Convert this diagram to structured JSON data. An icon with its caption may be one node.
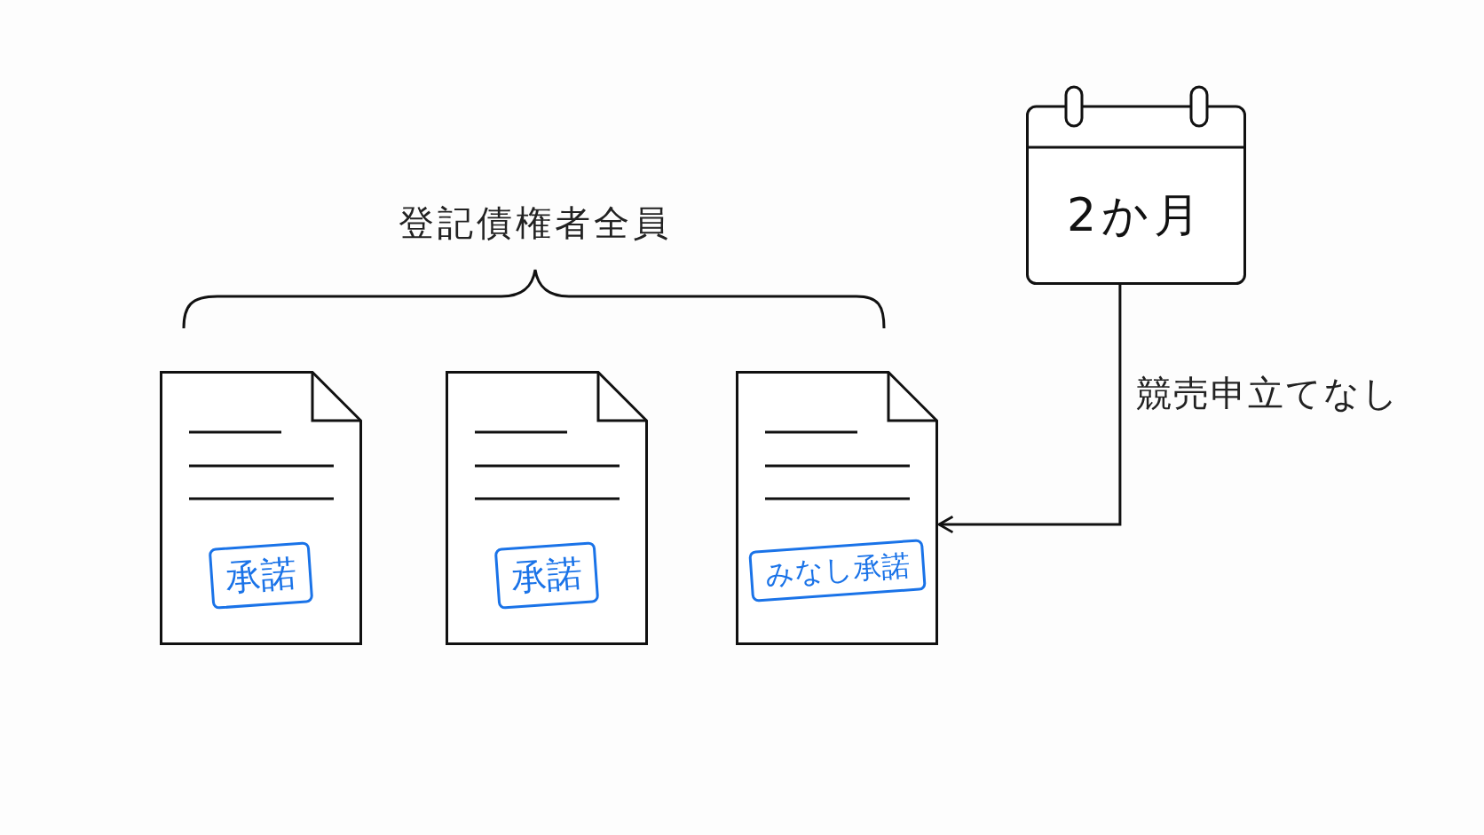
{
  "diagram": {
    "nodes": [
      {
        "text": [
          "承諾"
        ]
      },
      {
        "text": [
          "承諾"
        ]
      },
      {
        "text": [
          "みなし承諾"
        ]
      },
      {
        "text": [
          "2か月"
        ]
      }
    ],
    "edges": [
      {
        "from": 3,
        "to": 2,
        "arrow": "to",
        "label": "競売申立てなし"
      }
    ],
    "labels": [
      "登記債権者全員"
    ]
  }
}
